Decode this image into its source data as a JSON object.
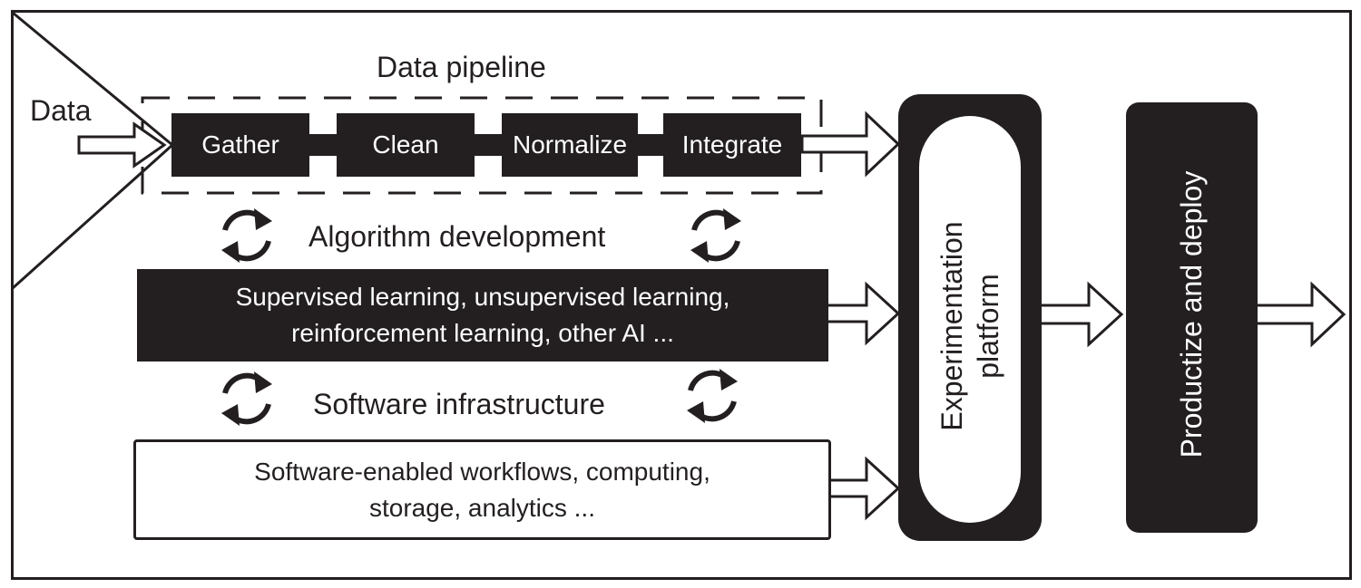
{
  "data_input_label": "Data",
  "data_pipeline": {
    "title": "Data pipeline",
    "steps": [
      "Gather",
      "Clean",
      "Normalize",
      "Integrate"
    ]
  },
  "algorithm_development": {
    "title": "Algorithm development",
    "lines": [
      "Supervised learning, unsupervised learning,",
      "reinforcement learning, other AI ..."
    ]
  },
  "software_infrastructure": {
    "title": "Software infrastructure",
    "lines": [
      "Software-enabled workflows, computing,",
      "storage, analytics ..."
    ]
  },
  "experimentation_platform": {
    "lines": [
      "Experimentation",
      "platform"
    ]
  },
  "productize": {
    "label": "Productize and deploy"
  },
  "colors": {
    "ink": "#231f20",
    "paper": "#ffffff"
  }
}
